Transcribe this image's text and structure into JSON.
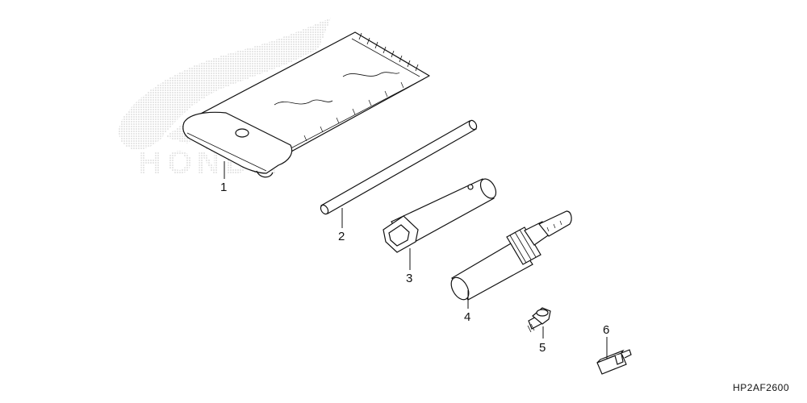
{
  "diagram": {
    "code": "HP2AF2600",
    "watermark_text": "HONDA"
  },
  "parts": [
    {
      "ref": "1",
      "icon": "tool-bag-icon"
    },
    {
      "ref": "2",
      "icon": "tommy-bar-icon"
    },
    {
      "ref": "3",
      "icon": "box-wrench-icon"
    },
    {
      "ref": "4",
      "icon": "screwdriver-icon"
    },
    {
      "ref": "5",
      "icon": "bolt-icon"
    },
    {
      "ref": "6",
      "icon": "fuse-icon"
    }
  ]
}
